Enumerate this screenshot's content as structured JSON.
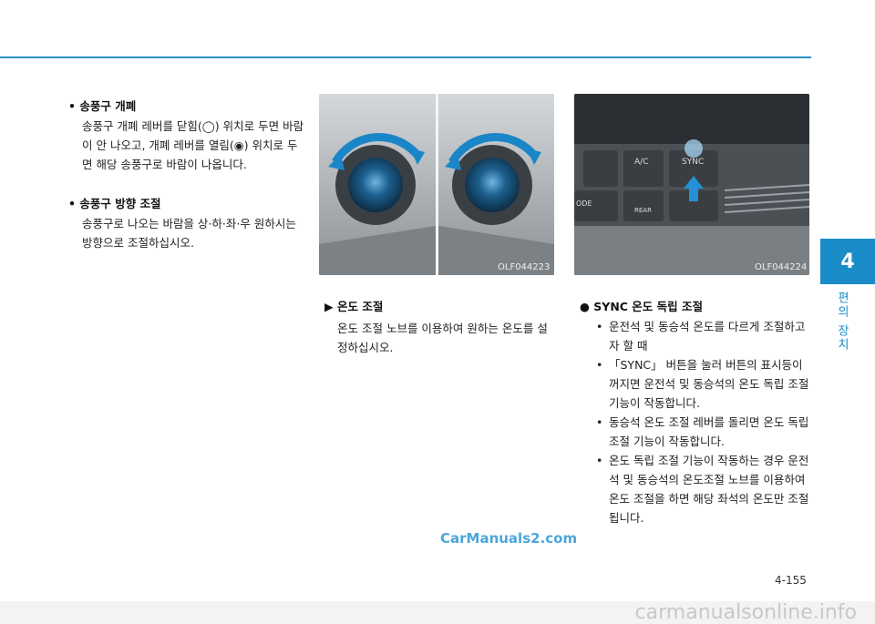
{
  "chapter": {
    "number": "4",
    "label": "편의 장치"
  },
  "left": {
    "s1_title": "• 송풍구 개폐",
    "s1_body": "송풍구 개폐 레버를 닫힘(◯) 위치로 두면 바람이 안 나오고, 개폐 레버를 열림(◉) 위치로 두면 해당 송풍구로 바람이 나옵니다.",
    "s2_title": "• 송풍구 방향 조절",
    "s2_body": "송풍구로 나오는 바람을 상·하·좌·우 원하시는 방향으로 조절하십시오."
  },
  "middle": {
    "image_caption": "OLF044223",
    "heading": "▶ 온도 조절",
    "body": "온도 조절 노브를 이용하여 원하는 온도를 설정하십시오."
  },
  "right": {
    "image_caption": "OLF044224",
    "panel_labels": {
      "ac": "A/C",
      "sync": "SYNC",
      "mode": "ODE",
      "rear": "REAR"
    },
    "heading": "● SYNC 온도 독립 조절",
    "items": [
      "운전석 및 동승석 온도를 다르게 조절하고자 할 때",
      "「SYNC」 버튼을 눌러 버튼의 표시등이 꺼지면 운전석 및 동승석의 온도 독립 조절 기능이 작동합니다.",
      "동승석 온도 조절 레버를 돌리면 온도 독립 조절 기능이 작동합니다.",
      "온도 독립 조절 기능이 작동하는 경우 운전석 및 동승석의 온도조절 노브를 이용하여 온도 조절을 하면 해당 좌석의 온도만 조절됩니다."
    ]
  },
  "watermark": "CarManuals2.com",
  "page_number": "4-155",
  "footer_watermark": "carmanualsonline.info"
}
